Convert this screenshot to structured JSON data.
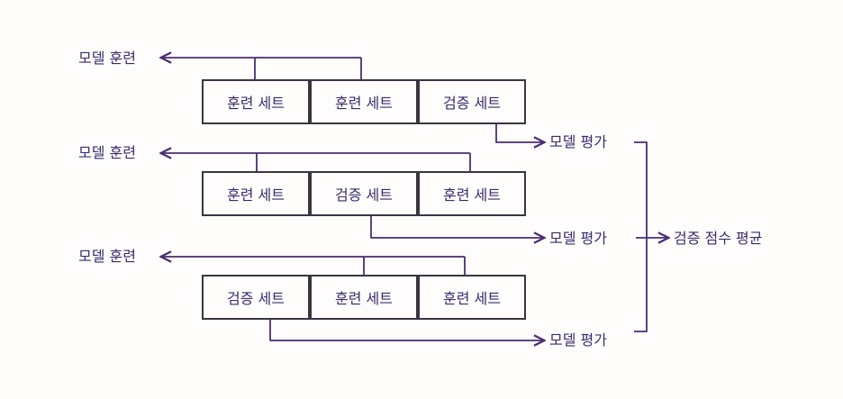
{
  "colors": {
    "line": "#4a2d72",
    "text": "#3a2b6e",
    "box_border": "#3a3540",
    "background": "#fefdfb"
  },
  "folds": [
    {
      "cells": [
        "훈련 세트",
        "훈련 세트",
        "검증 세트"
      ],
      "validation_index": 2,
      "train_label": "모델 훈련",
      "eval_label": "모델 평가"
    },
    {
      "cells": [
        "훈련 세트",
        "검증 세트",
        "훈련 세트"
      ],
      "validation_index": 1,
      "train_label": "모델 훈련",
      "eval_label": "모델 평가"
    },
    {
      "cells": [
        "검증 세트",
        "훈련 세트",
        "훈련 세트"
      ],
      "validation_index": 0,
      "train_label": "모델 훈련",
      "eval_label": "모델 평가"
    }
  ],
  "result_label": "검증 점수 평균"
}
